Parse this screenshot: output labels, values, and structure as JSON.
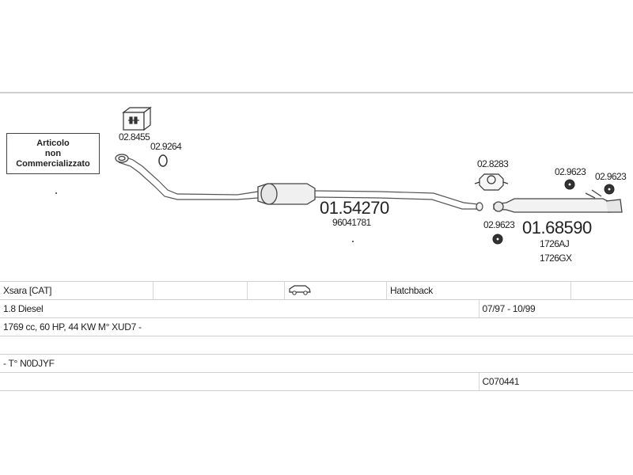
{
  "notice": {
    "line1": "Articolo",
    "line2": "non",
    "line3": "Commercializzato"
  },
  "parts": {
    "box_part": "02.8455",
    "ring_part_left": "02.9264",
    "main_pipe_code": "01.54270",
    "main_pipe_oe": "96041781",
    "clamp_part": "02.8283",
    "gasket_part": "02.9623",
    "rear_box_code": "01.68590",
    "rear_oe_1": "1726AJ",
    "rear_oe_2": "1726GX",
    "rubber_mount_1": "02.9623",
    "rubber_mount_2": "02.9623"
  },
  "vehicle": {
    "model": "Xsara  [CAT]",
    "body_type": "Hatchback",
    "engine": "1.8 Diesel",
    "period": "07/97 - 10/99",
    "specs": "1769 cc, 60 HP, 44 KW M° XUD7 -",
    "engine_code": "- T° N0DJYF",
    "catalog_code": "C070441",
    "body_icon": "car-icon"
  }
}
